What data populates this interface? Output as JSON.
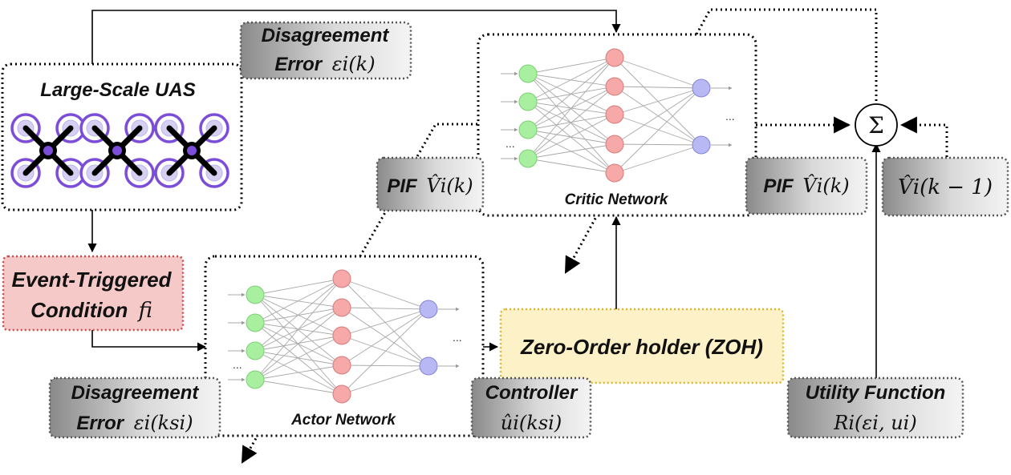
{
  "uas": {
    "title": "Large-Scale UAS"
  },
  "disagreement_top": {
    "line1": "Disagreement",
    "line2_bold": "Error",
    "line2_math": "εi(k)"
  },
  "event_triggered": {
    "line1": "Event-Triggered",
    "line2": "Condition",
    "math": "fi"
  },
  "disagreement_bottom": {
    "line1": "Disagreement",
    "line2_bold": "Error",
    "line2_math": "εi(ksi)"
  },
  "critic": {
    "label": "Critic Network"
  },
  "actor": {
    "label": "Actor Network"
  },
  "pif_left": {
    "bold": "PIF",
    "math": "V̂i(k)"
  },
  "pif_right": {
    "bold": "PIF",
    "math": "V̂i(k)"
  },
  "v_prev": {
    "math": "V̂i(k − 1)"
  },
  "zoh": {
    "label": "Zero-Order holder (ZOH)"
  },
  "controller": {
    "line1": "Controller",
    "math": "ûi(ksi)"
  },
  "utility": {
    "line1": "Utility Function",
    "math": "Ri(εi, ui)"
  },
  "sum": {
    "symbol": "Σ"
  },
  "ellipsis": "...",
  "colors": {
    "input_node": "#a8f0a0",
    "hidden_node": "#f7a8a8",
    "output_node": "#b8b8f4",
    "drone_ring": "#7c4dd8",
    "event_fill": "#f6c9c9",
    "event_border": "#c94b4b",
    "zoh_fill": "#fdf1c8",
    "zoh_border": "#d9b733"
  }
}
